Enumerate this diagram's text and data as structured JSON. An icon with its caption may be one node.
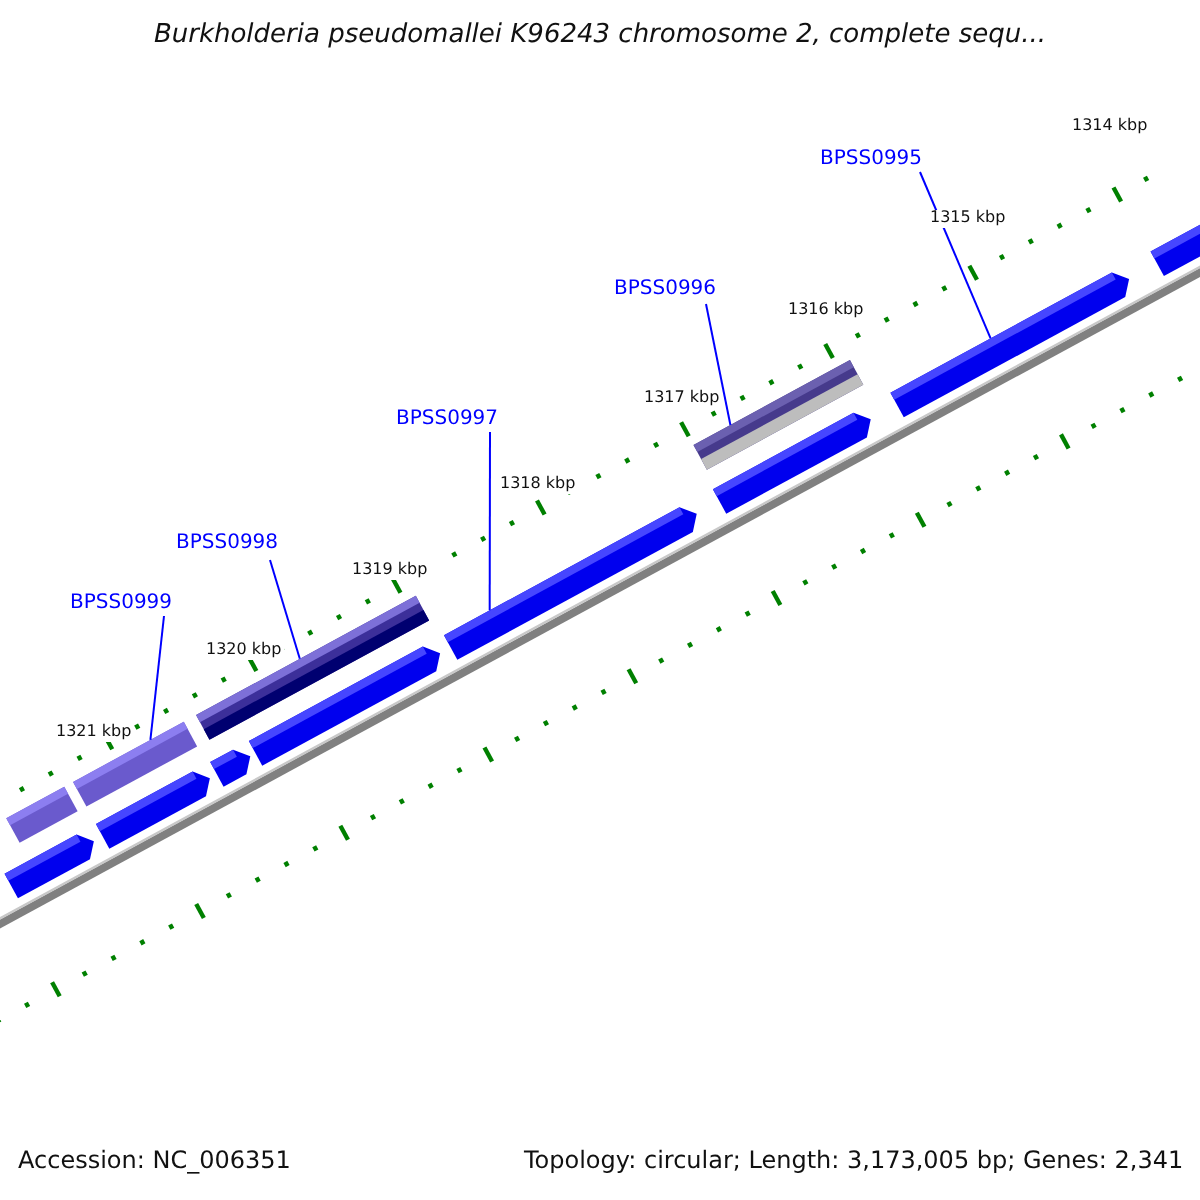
{
  "diagram": {
    "title": "Burkholderia pseudomallei K96243 chromosome 2, complete sequ...",
    "nodes": [
      {
        "text": [
          "BPSS0995"
        ]
      },
      {
        "text": [
          "BPSS0996"
        ]
      },
      {
        "text": [
          "BPSS0997"
        ]
      },
      {
        "text": [
          "BPSS0998"
        ]
      },
      {
        "text": [
          "BPSS0999"
        ]
      },
      {
        "text": [],
        "shape": "bar"
      },
      {
        "text": [],
        "shape": "bar"
      },
      {
        "text": [],
        "shape": "bar"
      },
      {
        "text": [],
        "shape": "bar"
      },
      {
        "text": [],
        "shape": "bar"
      },
      {
        "text": [],
        "shape": "bar"
      },
      {
        "text": [],
        "shape": "bar"
      },
      {
        "text": [],
        "shape": "bar"
      },
      {
        "text": [],
        "shape": "bar"
      },
      {
        "text": [],
        "shape": "bar"
      },
      {
        "text": [],
        "shape": "bar"
      },
      {
        "text": [],
        "shape": "bar"
      }
    ],
    "edges": [
      {
        "from": 0,
        "to": 15,
        "arrow": "none"
      },
      {
        "from": 1,
        "to": 13,
        "arrow": "none"
      },
      {
        "from": 2,
        "to": 12,
        "arrow": "none"
      },
      {
        "from": 3,
        "to": 10,
        "arrow": "none"
      },
      {
        "from": 4,
        "to": 7,
        "arrow": "none"
      }
    ],
    "labels": [
      "1314 kbp",
      "1315 kbp",
      "1316 kbp",
      "1317 kbp",
      "1318 kbp",
      "1319 kbp",
      "1320 kbp",
      "1321 kbp",
      "Accession: NC_006351",
      "Topology: circular; Length: 3,173,005 bp; Genes: 2,341"
    ]
  }
}
